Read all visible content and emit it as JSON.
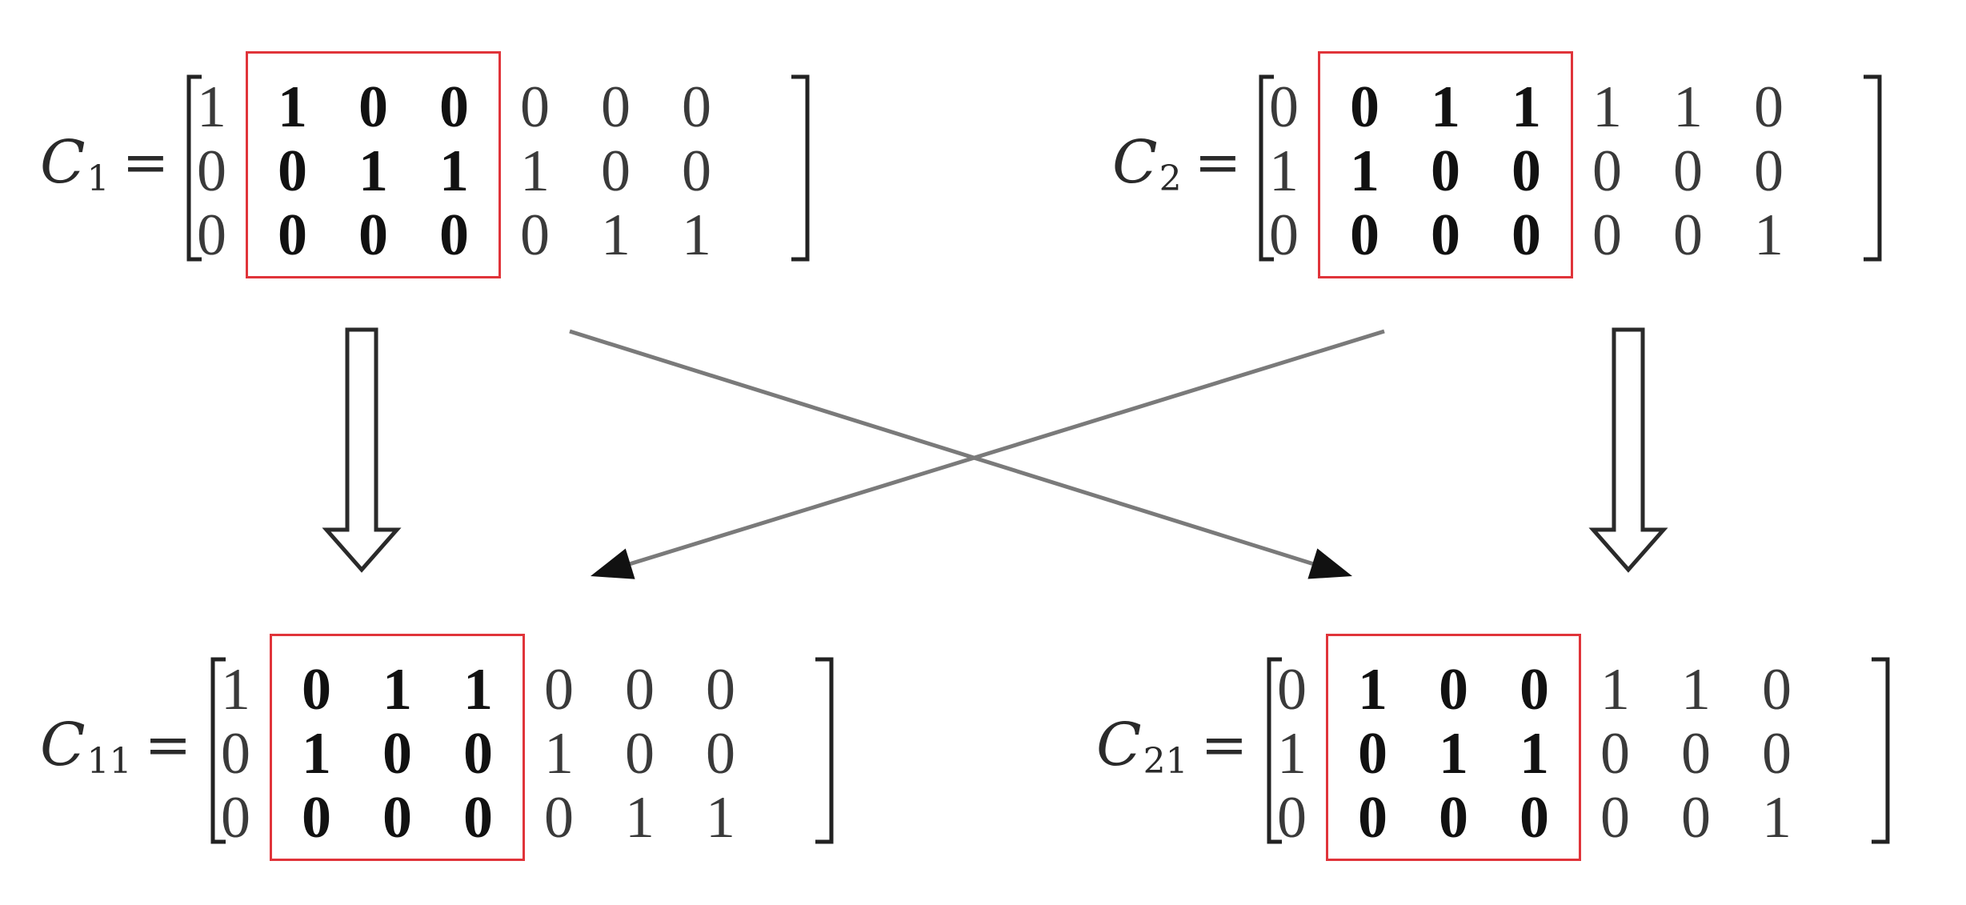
{
  "matrices": [
    {
      "id": "c1",
      "symbol": "C",
      "subscript": "1",
      "equals": "=",
      "rows": [
        [
          "1",
          "1",
          "0",
          "0",
          "0",
          "0",
          "0"
        ],
        [
          "0",
          "0",
          "1",
          "1",
          "1",
          "0",
          "0"
        ],
        [
          "0",
          "0",
          "0",
          "0",
          "0",
          "1",
          "1"
        ]
      ],
      "highlight_cols": [
        1,
        3
      ]
    },
    {
      "id": "c2",
      "symbol": "C",
      "subscript": "2",
      "equals": "=",
      "rows": [
        [
          "0",
          "0",
          "1",
          "1",
          "1",
          "1",
          "0"
        ],
        [
          "1",
          "1",
          "0",
          "0",
          "0",
          "0",
          "0"
        ],
        [
          "0",
          "0",
          "0",
          "0",
          "0",
          "0",
          "1"
        ]
      ],
      "highlight_cols": [
        1,
        3
      ]
    },
    {
      "id": "c11",
      "symbol": "C",
      "subscript": "11",
      "equals": "=",
      "rows": [
        [
          "1",
          "0",
          "1",
          "1",
          "0",
          "0",
          "0"
        ],
        [
          "0",
          "1",
          "0",
          "0",
          "1",
          "0",
          "0"
        ],
        [
          "0",
          "0",
          "0",
          "0",
          "0",
          "1",
          "1"
        ]
      ],
      "highlight_cols": [
        1,
        3
      ]
    },
    {
      "id": "c21",
      "symbol": "C",
      "subscript": "21",
      "equals": "=",
      "rows": [
        [
          "0",
          "1",
          "0",
          "0",
          "1",
          "1",
          "0"
        ],
        [
          "1",
          "0",
          "1",
          "1",
          "0",
          "0",
          "0"
        ],
        [
          "0",
          "0",
          "0",
          "0",
          "0",
          "0",
          "1"
        ]
      ],
      "highlight_cols": [
        1,
        3
      ]
    }
  ],
  "connections": [
    {
      "from": "c1",
      "to": "c11",
      "style": "hollow-arrow"
    },
    {
      "from": "c2",
      "to": "c21",
      "style": "hollow-arrow"
    },
    {
      "from": "c1",
      "to": "c21",
      "style": "line-arrow"
    },
    {
      "from": "c2",
      "to": "c11",
      "style": "line-arrow"
    }
  ],
  "colors": {
    "highlight": "#e0343a",
    "arrow": "#7a7a7a",
    "text": "#1a1a1a"
  }
}
